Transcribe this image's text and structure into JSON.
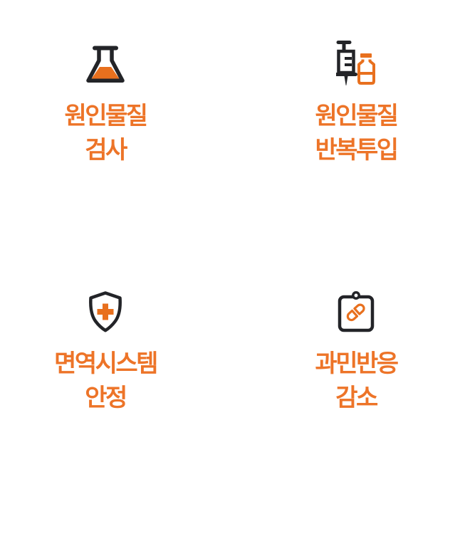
{
  "colors": {
    "background": "#FFFFFF",
    "accent_text": "#ED7428",
    "accent_icon": "#E8701E",
    "ink": "#232428"
  },
  "features": [
    {
      "icon": "flask-icon",
      "label_line1": "원인물질",
      "label_line2": "검사"
    },
    {
      "icon": "syringe-vial-icon",
      "label_line1": "원인물질",
      "label_line2": "반복투입"
    },
    {
      "icon": "shield-cross-icon",
      "label_line1": "면역시스템",
      "label_line2": "안정"
    },
    {
      "icon": "clipboard-pills-icon",
      "label_line1": "과민반응",
      "label_line2": "감소"
    }
  ]
}
